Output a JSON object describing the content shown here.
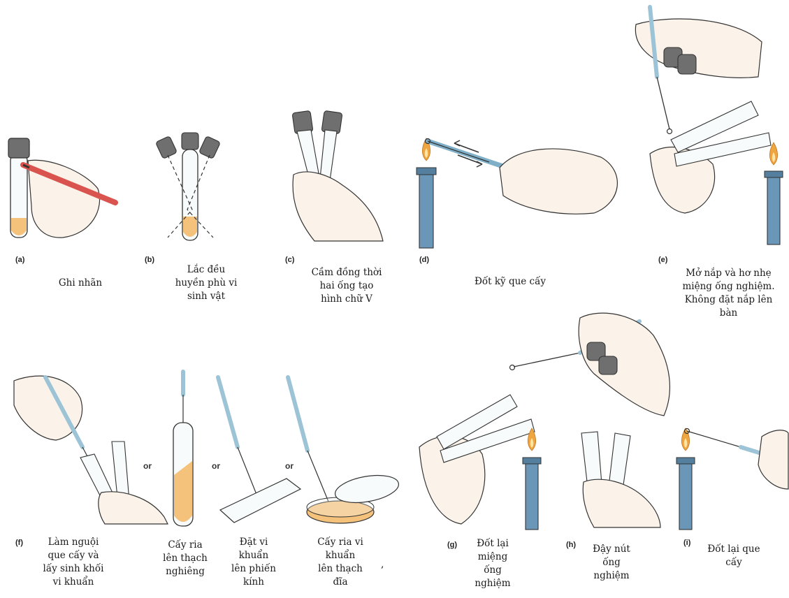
{
  "colors": {
    "skin": "#fbf3e9",
    "cap": "#6f6f6f",
    "medium": "#f5c27c",
    "label_pen": "#d9534f",
    "burner": "#6a97b8",
    "flame": "#f0a640",
    "glass": "#f7fbfc"
  },
  "panels": [
    {
      "id": "a",
      "tag": "(a)",
      "caption": "Ghi nhãn"
    },
    {
      "id": "b",
      "tag": "(b)",
      "caption": "Lắc đều\nhuyền phù vi\nsinh vật"
    },
    {
      "id": "c",
      "tag": "(c)",
      "caption": "Cầm đồng thời\nhai ống tạo\nhình chữ V"
    },
    {
      "id": "d",
      "tag": "(d)",
      "caption": "Đốt kỹ que cấy"
    },
    {
      "id": "e",
      "tag": "(e)",
      "caption": "Mở nắp và hơ nhẹ\nmiệng ống nghiệm.\nKhông đặt nắp lên\nbàn"
    },
    {
      "id": "f",
      "tag": "(f)",
      "caption": "Làm nguội\nque cấy và\nlấy sinh khối\nvi khuẩn"
    },
    {
      "id": "f2",
      "tag": "",
      "caption": "Cấy ria\nlên thạch\nnghiêng"
    },
    {
      "id": "f3",
      "tag": "",
      "caption": "Đặt vi\nkhuẩn\nlên phiến\nkính"
    },
    {
      "id": "f4",
      "tag": "",
      "caption": "Cấy ria vi\nkhuẩn\nlên thạch\nđĩa"
    },
    {
      "id": "g",
      "tag": "(g)",
      "caption": "Đốt lại\nmiệng\nống\nnghiệm"
    },
    {
      "id": "h",
      "tag": "(h)",
      "caption": "Đậy nút\nống\nnghiệm"
    },
    {
      "id": "i",
      "tag": "(i)",
      "caption": "Đốt lại que\ncấy"
    }
  ],
  "or_label": "or",
  "comma": ","
}
